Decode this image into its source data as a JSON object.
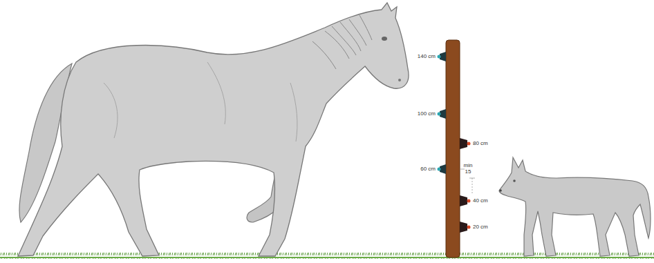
{
  "diagram": {
    "labels": [
      "140 cm",
      "100 cm",
      "80 cm",
      "60 cm",
      "min 15",
      "40 cm",
      "20 cm"
    ]
  }
}
